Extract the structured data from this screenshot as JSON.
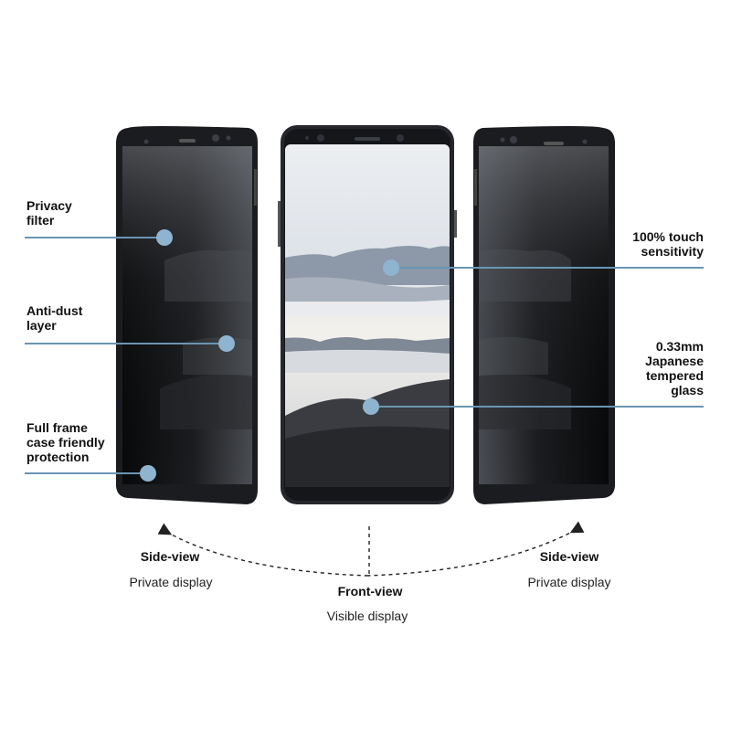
{
  "features": {
    "privacy_filter": [
      "Privacy",
      "filter"
    ],
    "anti_dust": [
      "Anti-dust",
      "layer"
    ],
    "full_frame": [
      "Full frame",
      "case friendly",
      "protection"
    ],
    "touch": [
      "100% touch",
      "sensitivity"
    ],
    "glass": [
      "0.33mm",
      "Japanese",
      "tempered",
      "glass"
    ]
  },
  "views": {
    "left": {
      "title": "Side-view",
      "subtitle": "Private display"
    },
    "front": {
      "title": "Front-view",
      "subtitle": "Visible display"
    },
    "right": {
      "title": "Side-view",
      "subtitle": "Private display"
    }
  },
  "colors": {
    "callout": "#6a95b3",
    "phone_body": "#2a2c31",
    "privacy_tint": "#111214"
  },
  "icons": [
    "callout-dot",
    "dashed-arrow"
  ]
}
